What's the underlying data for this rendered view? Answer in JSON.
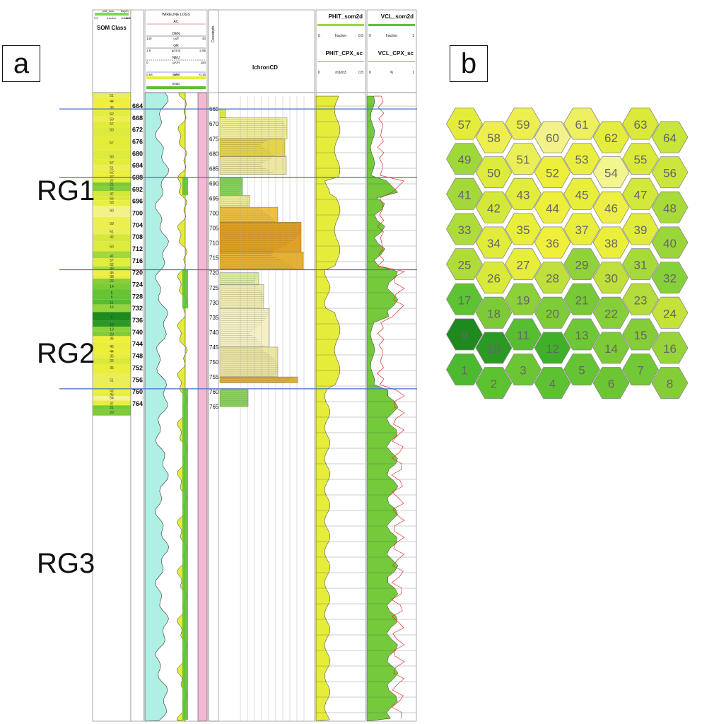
{
  "panels": {
    "a": "a",
    "b": "b"
  },
  "zones": [
    {
      "label": "RG1",
      "top_depth": 665,
      "bottom_depth": 688
    },
    {
      "label": "RG2",
      "top_depth": 688,
      "bottom_depth": 719
    },
    {
      "label": "RG3",
      "top_depth": 719,
      "bottom_depth": 759
    }
  ],
  "som_column": {
    "header_title": "SOM Class",
    "header_small": [
      "phit_som",
      "Depth",
      "0.5",
      "fraction",
      "Ms-2",
      "1m 200m"
    ],
    "class_labels": [
      {
        "depth": 660.5,
        "label": "51"
      },
      {
        "depth": 662.3,
        "label": "44"
      },
      {
        "depth": 664.5,
        "label": "36"
      },
      {
        "depth": 666.6,
        "label": "62"
      },
      {
        "depth": 668.4,
        "label": "59"
      },
      {
        "depth": 670.0,
        "label": "57"
      },
      {
        "depth": 672.0,
        "label": "50"
      },
      {
        "depth": 676.4,
        "label": "57"
      },
      {
        "depth": 681.0,
        "label": "50"
      },
      {
        "depth": 683.0,
        "label": "57"
      },
      {
        "depth": 684.8,
        "label": "51"
      },
      {
        "depth": 686.2,
        "label": "52"
      },
      {
        "depth": 687.8,
        "label": "37"
      },
      {
        "depth": 689.1,
        "label": "27"
      },
      {
        "depth": 690.3,
        "label": "21"
      },
      {
        "depth": 691.7,
        "label": "22"
      },
      {
        "depth": 693.5,
        "label": "47"
      },
      {
        "depth": 695.0,
        "label": "55"
      },
      {
        "depth": 696.3,
        "label": "53"
      },
      {
        "depth": 699.0,
        "label": "60"
      },
      {
        "depth": 703.5,
        "label": "59"
      },
      {
        "depth": 706.2,
        "label": "51"
      },
      {
        "depth": 707.9,
        "label": "42"
      },
      {
        "depth": 711.2,
        "label": "50"
      },
      {
        "depth": 714.4,
        "label": "41"
      },
      {
        "depth": 715.8,
        "label": "57"
      },
      {
        "depth": 717.2,
        "label": "62"
      },
      {
        "depth": 718.5,
        "label": "48"
      },
      {
        "depth": 719.9,
        "label": "46"
      },
      {
        "depth": 721.3,
        "label": "38"
      },
      {
        "depth": 722.7,
        "label": "22"
      },
      {
        "depth": 724.6,
        "label": "14"
      },
      {
        "depth": 726.7,
        "label": "5"
      },
      {
        "depth": 728.2,
        "label": "5"
      },
      {
        "depth": 729.9,
        "label": "11"
      },
      {
        "depth": 731.5,
        "label": "16"
      },
      {
        "depth": 734.9,
        "label": "9"
      },
      {
        "depth": 737.4,
        "label": "10"
      },
      {
        "depth": 738.9,
        "label": "19"
      },
      {
        "depth": 740.6,
        "label": "20"
      },
      {
        "depth": 742.0,
        "label": "36"
      },
      {
        "depth": 744.8,
        "label": "45"
      },
      {
        "depth": 746.4,
        "label": "44"
      },
      {
        "depth": 748.0,
        "label": "35"
      },
      {
        "depth": 749.5,
        "label": "26"
      },
      {
        "depth": 751.9,
        "label": "35"
      },
      {
        "depth": 756.1,
        "label": "51"
      },
      {
        "depth": 759.5,
        "label": "52"
      },
      {
        "depth": 760.8,
        "label": "45"
      },
      {
        "depth": 762.0,
        "label": "54"
      },
      {
        "depth": 763.9,
        "label": "37"
      },
      {
        "depth": 765.2,
        "label": "21"
      },
      {
        "depth": 766.9,
        "label": "20"
      }
    ]
  },
  "depth_track": {
    "ticks": [
      "664",
      "668",
      "672",
      "676",
      "680",
      "684",
      "688",
      "692",
      "696",
      "700",
      "704",
      "708",
      "712",
      "716",
      "720",
      "724",
      "728",
      "732",
      "736",
      "740",
      "744",
      "748",
      "752",
      "756",
      "760",
      "764"
    ]
  },
  "wireline_header": {
    "title": "WIRELINE LOGS",
    "rows": [
      {
        "name": "AC",
        "left": "",
        "unit": "",
        "right": ""
      },
      {
        "name": "DEN",
        "left": "140",
        "unit": "us/f",
        "right": "40"
      },
      {
        "name": "GR",
        "left": "1.5",
        "unit": "g/cm3",
        "right": "2.95"
      },
      {
        "name": "NEU",
        "left": "0",
        "unit": "gAPI",
        "right": "150"
      },
      {
        "name": "",
        "left": "0.64",
        "unit": "V/V",
        "right": "-0.15"
      }
    ],
    "fills": [
      "Sand",
      "Shale"
    ]
  },
  "core_header": {
    "depth_label": "Coredepth",
    "title": "IchronCD"
  },
  "core_depth_ticks": [
    "665",
    "670",
    "675",
    "680",
    "685",
    "690",
    "695",
    "700",
    "705",
    "710",
    "715",
    "720",
    "725",
    "730",
    "735",
    "740",
    "745",
    "750",
    "755",
    "760",
    "765"
  ],
  "phit_header": {
    "title1": "PHIT_som2d",
    "scale1": [
      "0",
      "fraction",
      "0.5"
    ],
    "title2": "PHIT_CPX_sc",
    "scale2": [
      "0",
      "m3/m3",
      "0.5"
    ]
  },
  "vcl_header": {
    "title1": "VCL_som2d",
    "scale1": [
      "0",
      "fraction",
      "1"
    ],
    "title2": "VCL_CPX_sc",
    "scale2": [
      "0",
      "%",
      "1"
    ]
  },
  "hex_map": {
    "cells": [
      {
        "n": 57,
        "color": "#e4ec3a"
      },
      {
        "n": 58,
        "color": "#eeef4f"
      },
      {
        "n": 59,
        "color": "#edef50"
      },
      {
        "n": 60,
        "color": "#f3f28a"
      },
      {
        "n": 61,
        "color": "#eef061"
      },
      {
        "n": 62,
        "color": "#e4ec3e"
      },
      {
        "n": 63,
        "color": "#dae93a"
      },
      {
        "n": 64,
        "color": "#c8e53a"
      },
      {
        "n": 49,
        "color": "#9fd83a"
      },
      {
        "n": 50,
        "color": "#ddeb3d"
      },
      {
        "n": 51,
        "color": "#eaef58"
      },
      {
        "n": 52,
        "color": "#eeef3a"
      },
      {
        "n": 53,
        "color": "#eaef3e"
      },
      {
        "n": 54,
        "color": "#f3f58e"
      },
      {
        "n": 55,
        "color": "#dbea3a"
      },
      {
        "n": 56,
        "color": "#cde63d"
      },
      {
        "n": 41,
        "color": "#a2d83a"
      },
      {
        "n": 42,
        "color": "#d4e83a"
      },
      {
        "n": 43,
        "color": "#e2ec3a"
      },
      {
        "n": 44,
        "color": "#eeef3a"
      },
      {
        "n": 45,
        "color": "#e8ee3a"
      },
      {
        "n": 46,
        "color": "#eeef44"
      },
      {
        "n": 47,
        "color": "#d2e83a"
      },
      {
        "n": 48,
        "color": "#a8da3a"
      },
      {
        "n": 33,
        "color": "#aedc3a"
      },
      {
        "n": 34,
        "color": "#e0eb3a"
      },
      {
        "n": 35,
        "color": "#e8ee3a"
      },
      {
        "n": 36,
        "color": "#f0f03a"
      },
      {
        "n": 37,
        "color": "#e8ee3a"
      },
      {
        "n": 38,
        "color": "#ecef3a"
      },
      {
        "n": 39,
        "color": "#e0eb3a"
      },
      {
        "n": 40,
        "color": "#9ad63a"
      },
      {
        "n": 25,
        "color": "#b0dc3a"
      },
      {
        "n": 26,
        "color": "#d8e93a"
      },
      {
        "n": 27,
        "color": "#e6ed3a"
      },
      {
        "n": 28,
        "color": "#bfe03a"
      },
      {
        "n": 29,
        "color": "#8fd23a"
      },
      {
        "n": 30,
        "color": "#bfe03a"
      },
      {
        "n": 31,
        "color": "#a6d93a"
      },
      {
        "n": 32,
        "color": "#86d03a"
      },
      {
        "n": 17,
        "color": "#5cc332"
      },
      {
        "n": 18,
        "color": "#7ccb36"
      },
      {
        "n": 19,
        "color": "#8cd13a"
      },
      {
        "n": 20,
        "color": "#7ecc38"
      },
      {
        "n": 21,
        "color": "#78c936"
      },
      {
        "n": 22,
        "color": "#86ce3a"
      },
      {
        "n": 23,
        "color": "#b4dc3a"
      },
      {
        "n": 24,
        "color": "#c4e23a"
      },
      {
        "n": 9,
        "color": "#1e8a1e"
      },
      {
        "n": 10,
        "color": "#2a9a24"
      },
      {
        "n": 11,
        "color": "#56be30"
      },
      {
        "n": 12,
        "color": "#3fb02a"
      },
      {
        "n": 13,
        "color": "#6ec734"
      },
      {
        "n": 14,
        "color": "#7ccb36"
      },
      {
        "n": 15,
        "color": "#84cd38"
      },
      {
        "n": 16,
        "color": "#96d43a"
      },
      {
        "n": 1,
        "color": "#4cba2e"
      },
      {
        "n": 2,
        "color": "#5cc232"
      },
      {
        "n": 3,
        "color": "#6cc634"
      },
      {
        "n": 4,
        "color": "#5cc232"
      },
      {
        "n": 5,
        "color": "#64c433"
      },
      {
        "n": 6,
        "color": "#6cc634"
      },
      {
        "n": 7,
        "color": "#72c836"
      },
      {
        "n": 8,
        "color": "#84cd38"
      }
    ]
  }
}
